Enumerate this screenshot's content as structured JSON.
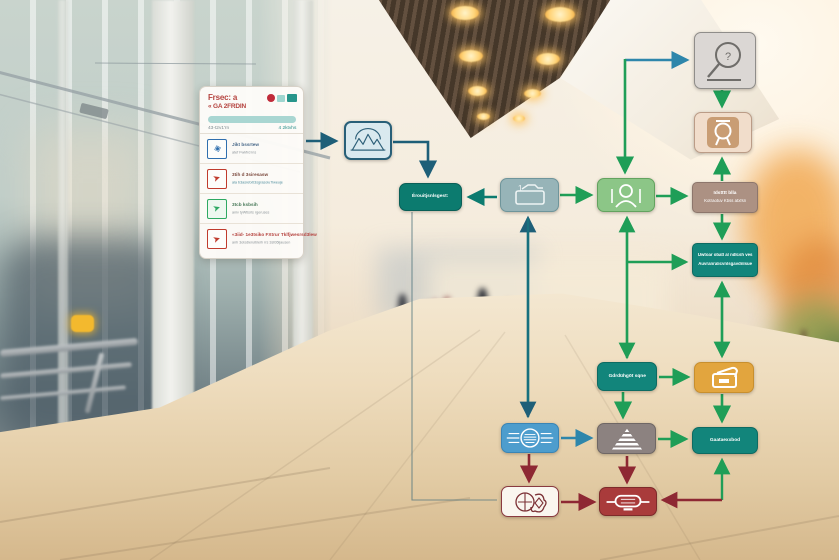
{
  "panel": {
    "title_line1": "Frsec: a",
    "title_line2": "« GA 2FRDIN",
    "legend": {
      "dot_color": "#c02b3a",
      "square1_color": "#9fd6d0",
      "square2_color": "#27958b"
    },
    "progress": {
      "bar_color": "#a9d6d2",
      "label_left": "43-t2v1'rn",
      "label_right": "4 2ktvhs"
    },
    "items": [
      {
        "glyph": "◈",
        "color": "#2f6fae",
        "line1": "Jikt bssrtew",
        "line1_color": "#4a6a8a",
        "line2": "atef Fwkfrd ins"
      },
      {
        "glyph": "➤",
        "color": "#c03b2d",
        "line1": "3tih d 3siresasw",
        "line1_color": "#7c4a3e",
        "line2": "ala b3asretxti3sgrasoiu7lweuje"
      },
      {
        "glyph": "➤",
        "color": "#2ea963",
        "line1": "3tcb ksbsih",
        "line1_color": "#4a7a5a",
        "line2": "aniv tyWtisrls rgeruses"
      },
      {
        "glyph": "➤",
        "color": "#c03b2d",
        "line1": "«3iid- 1e3tsiko FXtrur Tklfjwesrsd3lew",
        "line1_color": "#b5433f",
        "line2": "anh 3olsdieruibleih rrs 3sfd6ljausen"
      }
    ]
  },
  "nodes": {
    "process": {
      "label": "Érouitjsnlsgest:"
    },
    "label_tan": {
      "line1": "Idstttt blla",
      "line2": "Kotraotuv Kbss atxfsn"
    },
    "assess": {
      "line1": "Uwtoar obatl al ndlcsh ves",
      "line2": "Auvranralicvnlsgavdnlsue"
    },
    "stage": {
      "label": "Gdrdühgöt sqne"
    },
    "result": {
      "label": "Gaataexxbod"
    },
    "icons": {
      "mountain": "mountain-icon",
      "document": "folder-icon",
      "person": "person-icon",
      "search": "magnifier-icon",
      "badge": "seal-icon",
      "printer": "printer-icon",
      "pyramid": "pyramid-icon",
      "notes": "text-circle-icon",
      "brain": "brain-icon",
      "device": "device-icon"
    }
  },
  "arrow_colors": {
    "dark_teal": "#1e5f78",
    "teal": "#0c7b6f",
    "green": "#1f9e57",
    "blue": "#2e86ab",
    "red": "#8e2833"
  }
}
